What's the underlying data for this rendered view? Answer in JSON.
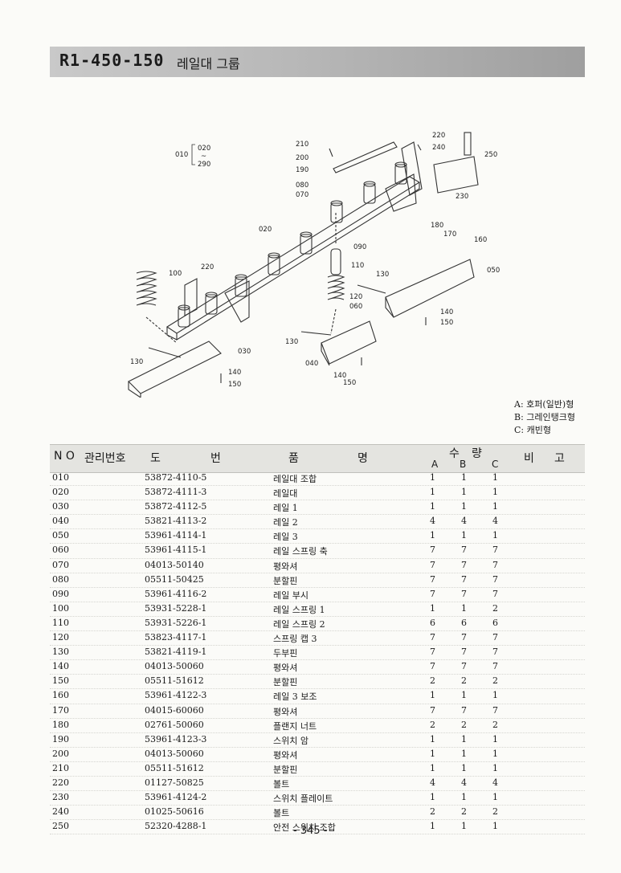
{
  "header": {
    "code": "R1-450-150",
    "title": "레일대 그룹"
  },
  "diagram": {
    "labels": [
      "010",
      "020",
      "290",
      "210",
      "200",
      "190",
      "080",
      "070",
      "220",
      "240",
      "250",
      "230",
      "020",
      "180",
      "170",
      "160",
      "090",
      "050",
      "110",
      "130",
      "100",
      "220",
      "120",
      "060",
      "140",
      "150",
      "130",
      "040",
      "030",
      "130",
      "140",
      "150",
      "140",
      "150"
    ],
    "range_mark": "~"
  },
  "legend": [
    "A: 호퍼(일반)형",
    "B: 그레인탱크형",
    "C: 캐빈형"
  ],
  "table": {
    "headers": {
      "no": "N O",
      "mgmt": "관리번호",
      "do": "도",
      "beon": "번",
      "pum": "품",
      "myeong": "명",
      "su": "수",
      "ryang": "량",
      "bi": "비",
      "go": "고",
      "a": "A",
      "b": "B",
      "c": "C"
    },
    "rows": [
      {
        "no": "010",
        "part": "53872-4110-5",
        "name": "레일대 조합",
        "a": "1",
        "b": "1",
        "c": "1"
      },
      {
        "no": "020",
        "part": "53872-4111-3",
        "name": "레일대",
        "a": "1",
        "b": "1",
        "c": "1"
      },
      {
        "no": "030",
        "part": "53872-4112-5",
        "name": "레일 1",
        "a": "1",
        "b": "1",
        "c": "1"
      },
      {
        "no": "040",
        "part": "53821-4113-2",
        "name": "레일 2",
        "a": "4",
        "b": "4",
        "c": "4"
      },
      {
        "no": "050",
        "part": "53961-4114-1",
        "name": "레일 3",
        "a": "1",
        "b": "1",
        "c": "1"
      },
      {
        "no": "060",
        "part": "53961-4115-1",
        "name": "레일 스프링 축",
        "a": "7",
        "b": "7",
        "c": "7"
      },
      {
        "no": "070",
        "part": "04013-50140",
        "name": "평와셔",
        "a": "7",
        "b": "7",
        "c": "7"
      },
      {
        "no": "080",
        "part": "05511-50425",
        "name": "분할핀",
        "a": "7",
        "b": "7",
        "c": "7"
      },
      {
        "no": "090",
        "part": "53961-4116-2",
        "name": "레일 부시",
        "a": "7",
        "b": "7",
        "c": "7"
      },
      {
        "no": "100",
        "part": "53931-5228-1",
        "name": "레일 스프링 1",
        "a": "1",
        "b": "1",
        "c": "2"
      },
      {
        "no": "110",
        "part": "53931-5226-1",
        "name": "레일 스프링 2",
        "a": "6",
        "b": "6",
        "c": "6"
      },
      {
        "no": "120",
        "part": "53823-4117-1",
        "name": "스프링 캡 3",
        "a": "7",
        "b": "7",
        "c": "7"
      },
      {
        "no": "130",
        "part": "53821-4119-1",
        "name": "두부핀",
        "a": "7",
        "b": "7",
        "c": "7"
      },
      {
        "no": "140",
        "part": "04013-50060",
        "name": "평와셔",
        "a": "7",
        "b": "7",
        "c": "7"
      },
      {
        "no": "150",
        "part": "05511-51612",
        "name": "분할핀",
        "a": "2",
        "b": "2",
        "c": "2"
      },
      {
        "no": "160",
        "part": "53961-4122-3",
        "name": "레일 3 보조",
        "a": "1",
        "b": "1",
        "c": "1"
      },
      {
        "no": "170",
        "part": "04015-60060",
        "name": "평와셔",
        "a": "7",
        "b": "7",
        "c": "7"
      },
      {
        "no": "180",
        "part": "02761-50060",
        "name": "플랜지 너트",
        "a": "2",
        "b": "2",
        "c": "2"
      },
      {
        "no": "190",
        "part": "53961-4123-3",
        "name": "스위치 암",
        "a": "1",
        "b": "1",
        "c": "1"
      },
      {
        "no": "200",
        "part": "04013-50060",
        "name": "평와셔",
        "a": "1",
        "b": "1",
        "c": "1"
      },
      {
        "no": "210",
        "part": "05511-51612",
        "name": "분할핀",
        "a": "1",
        "b": "1",
        "c": "1"
      },
      {
        "no": "220",
        "part": "01127-50825",
        "name": "볼트",
        "a": "4",
        "b": "4",
        "c": "4"
      },
      {
        "no": "230",
        "part": "53961-4124-2",
        "name": "스위치 플레이트",
        "a": "1",
        "b": "1",
        "c": "1"
      },
      {
        "no": "240",
        "part": "01025-50616",
        "name": "볼트",
        "a": "2",
        "b": "2",
        "c": "2"
      },
      {
        "no": "250",
        "part": "52320-4288-1",
        "name": "안전 스위치 조합",
        "a": "1",
        "b": "1",
        "c": "1"
      }
    ]
  },
  "page_number": "- 345 -"
}
